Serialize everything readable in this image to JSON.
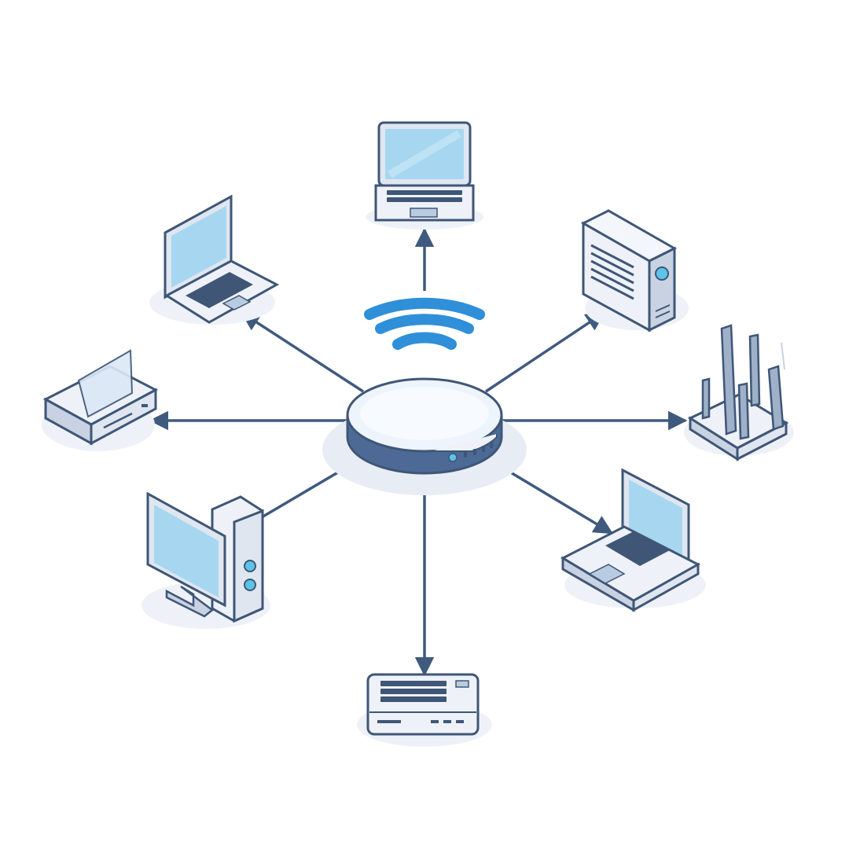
{
  "diagram": {
    "type": "star-network",
    "hub": {
      "icon": "wifi-router-icon",
      "signal_icon": "wifi-signal-icon"
    },
    "nodes": [
      {
        "id": "top-laptop",
        "icon": "laptop-icon"
      },
      {
        "id": "upper-left-laptop",
        "icon": "laptop-icon"
      },
      {
        "id": "server-tower",
        "icon": "server-icon"
      },
      {
        "id": "access-point",
        "icon": "access-point-icon"
      },
      {
        "id": "antenna-router",
        "icon": "antenna-router-icon"
      },
      {
        "id": "desktop-computer",
        "icon": "desktop-computer-icon"
      },
      {
        "id": "lower-right-laptop",
        "icon": "laptop-icon"
      },
      {
        "id": "keyboard-device",
        "icon": "keyboard-device-icon"
      }
    ],
    "colors": {
      "line": "#3f5a7e",
      "outline": "#3f5676",
      "screen": "#a7d7f0",
      "body": "#eef2f8",
      "body_shade": "#c9d2e2",
      "shadow": "#e8edf5",
      "wifi": "#2f8fd8",
      "accent": "#5cc4e8"
    }
  }
}
